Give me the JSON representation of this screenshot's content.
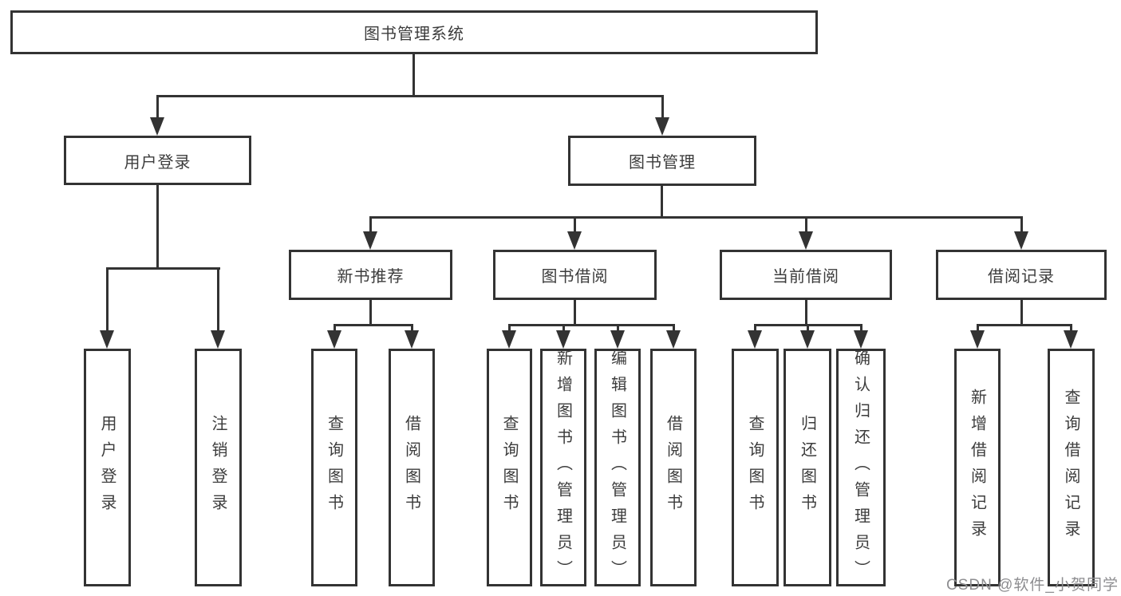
{
  "diagram_title": "图书管理系统",
  "nodes": {
    "root": {
      "label": "图书管理系统"
    },
    "level2": [
      {
        "label": "用户登录"
      },
      {
        "label": "图书管理"
      }
    ],
    "level3": [
      {
        "label": "新书推荐"
      },
      {
        "label": "图书借阅"
      },
      {
        "label": "当前借阅"
      },
      {
        "label": "借阅记录"
      }
    ],
    "leaves": {
      "user_login": [
        {
          "label": "用户登录"
        },
        {
          "label": "注销登录"
        }
      ],
      "new_book_recommend": [
        {
          "label": "查询图书"
        },
        {
          "label": "借阅图书"
        }
      ],
      "book_borrow": [
        {
          "label": "查询图书"
        },
        {
          "label": "新增图书（管理员）"
        },
        {
          "label": "编辑图书（管理员）"
        },
        {
          "label": "借阅图书"
        }
      ],
      "current_borrow": [
        {
          "label": "查询图书"
        },
        {
          "label": "归还图书"
        },
        {
          "label": "确认归还（管理员）"
        }
      ],
      "borrow_records": [
        {
          "label": "新增借阅记录"
        },
        {
          "label": "查询借阅记录"
        }
      ]
    }
  },
  "watermark": {
    "text": "CSDN @软件_小贺同学"
  },
  "colors": {
    "line": "#333333",
    "box_border": "#333333",
    "text": "#3c3c3c",
    "background": "#ffffff",
    "watermark": "#8d8d90"
  }
}
